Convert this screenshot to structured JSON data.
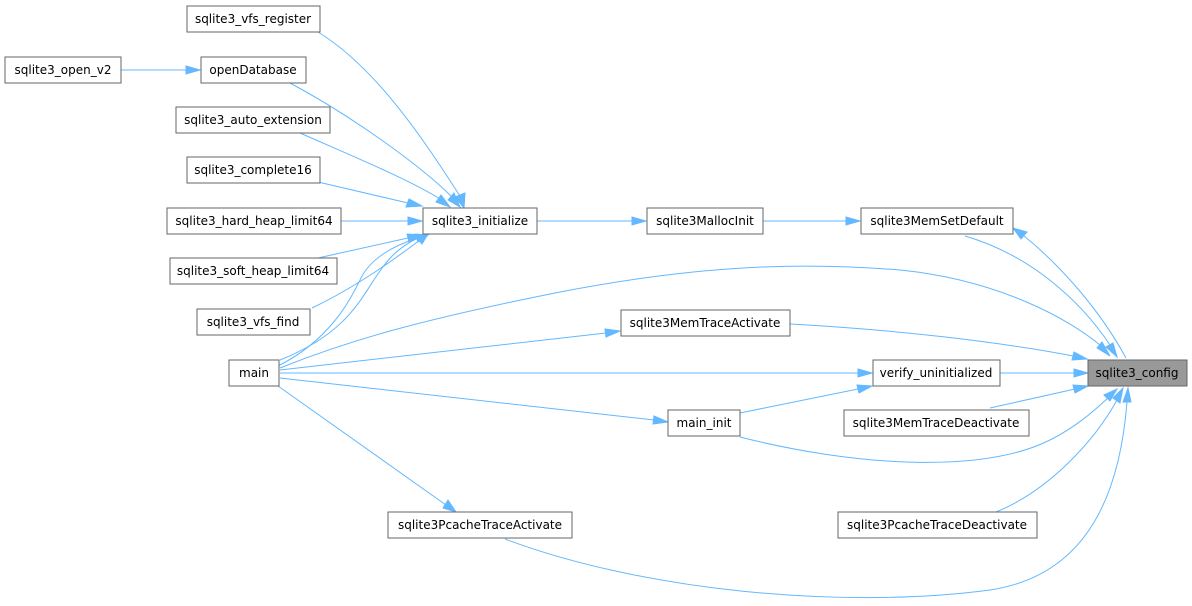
{
  "nodes": {
    "sqlite3_vfs_register": "sqlite3_vfs_register",
    "sqlite3_open_v2": "sqlite3_open_v2",
    "openDatabase": "openDatabase",
    "sqlite3_auto_extension": "sqlite3_auto_extension",
    "sqlite3_complete16": "sqlite3_complete16",
    "sqlite3_hard_heap_limit64": "sqlite3_hard_heap_limit64",
    "sqlite3_soft_heap_limit64": "sqlite3_soft_heap_limit64",
    "sqlite3_vfs_find": "sqlite3_vfs_find",
    "main": "main",
    "sqlite3_initialize": "sqlite3_initialize",
    "sqlite3MallocInit": "sqlite3MallocInit",
    "sqlite3MemSetDefault": "sqlite3MemSetDefault",
    "sqlite3MemTraceActivate": "sqlite3MemTraceActivate",
    "verify_uninitialized": "verify_uninitialized",
    "main_init": "main_init",
    "sqlite3MemTraceDeactivate": "sqlite3MemTraceDeactivate",
    "sqlite3PcacheTraceActivate": "sqlite3PcacheTraceActivate",
    "sqlite3PcacheTraceDeactivate": "sqlite3PcacheTraceDeactivate",
    "sqlite3_config": "sqlite3_config"
  },
  "highlighted_node": "sqlite3_config",
  "colors": {
    "edge": "#63b8ff",
    "node_border": "#666666",
    "node_fill": "#ffffff",
    "highlight_fill": "#999999"
  }
}
